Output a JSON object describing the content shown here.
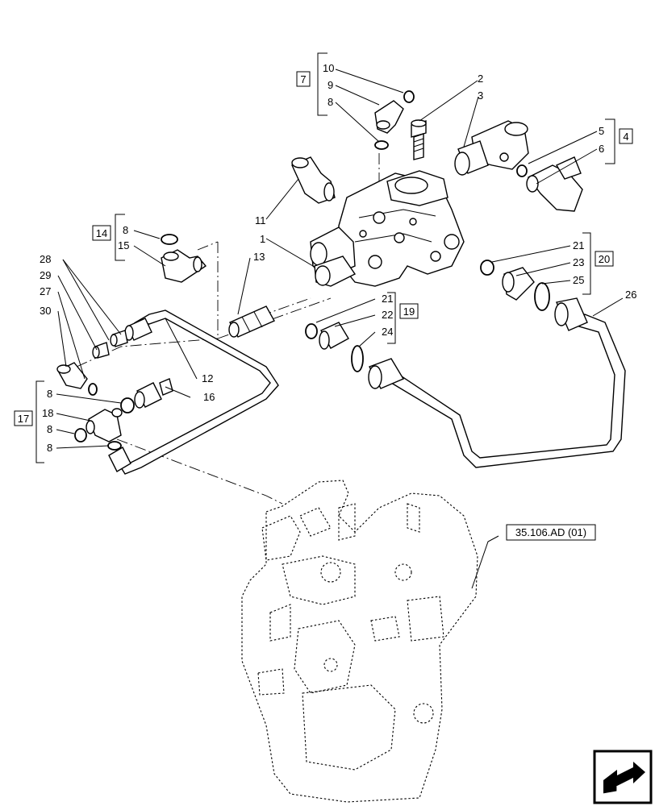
{
  "labels": {
    "l1": "1",
    "l2": "2",
    "l3": "3",
    "l5": "5",
    "l6": "6",
    "l8a": "8",
    "l8b": "8",
    "l8c": "8",
    "l8d": "8",
    "l8e": "8",
    "l9": "9",
    "l10": "10",
    "l11": "11",
    "l12": "12",
    "l13": "13",
    "l15": "15",
    "l16": "16",
    "l18": "18",
    "l21a": "21",
    "l21b": "21",
    "l22": "22",
    "l23": "23",
    "l24": "24",
    "l25": "25",
    "l26": "26",
    "l27": "27",
    "l28": "28",
    "l29": "29",
    "l30": "30"
  },
  "groups": {
    "g4": "4",
    "g7": "7",
    "g14": "14",
    "g17": "17",
    "g19": "19",
    "g20": "20"
  },
  "reference": "35.106.AD (01)",
  "nav_icon": "next-page-arrow-icon"
}
